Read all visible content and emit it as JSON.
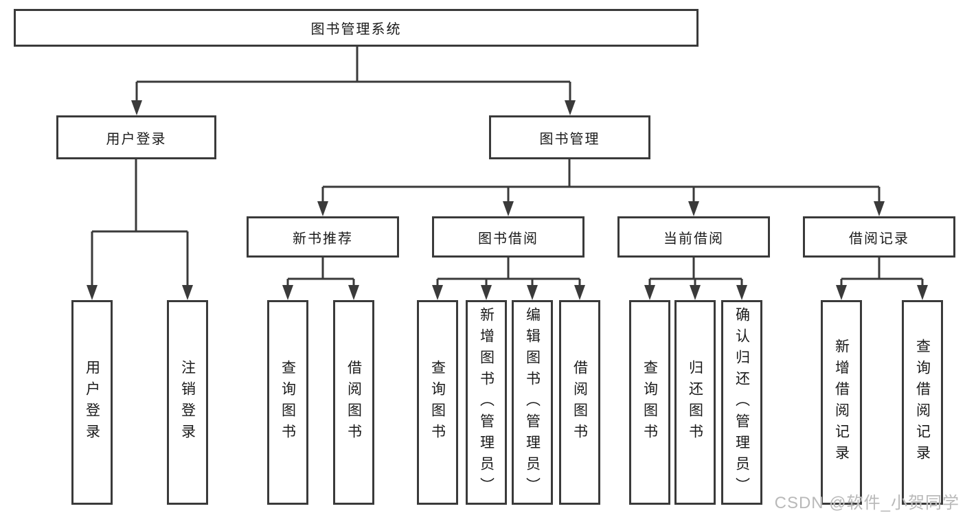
{
  "diagram": {
    "root": {
      "label": "图书管理系统"
    },
    "level2": [
      {
        "label": "用户登录"
      },
      {
        "label": "图书管理"
      }
    ],
    "level3": [
      {
        "label": "新书推荐"
      },
      {
        "label": "图书借阅"
      },
      {
        "label": "当前借阅"
      },
      {
        "label": "借阅记录"
      }
    ],
    "leaves": {
      "user_login": [
        "用户登录",
        "注销登录"
      ],
      "new_books": [
        "查询图书",
        "借阅图书"
      ],
      "borrowing": [
        "查询图书",
        "新增图书（管理员）",
        "编辑图书（管理员）",
        "借阅图书"
      ],
      "current": [
        "查询图书",
        "归还图书",
        "确认归还（管理员）"
      ],
      "records": [
        "新增借阅记录",
        "查询借阅记录"
      ]
    }
  },
  "watermark": {
    "text": "CSDN @软件_小贺同学"
  },
  "colors": {
    "line": "#3a3a3a",
    "box_border": "#3a3a3a",
    "text": "#1a1a1a",
    "watermark": "#b9b9b9",
    "background": "#ffffff"
  }
}
